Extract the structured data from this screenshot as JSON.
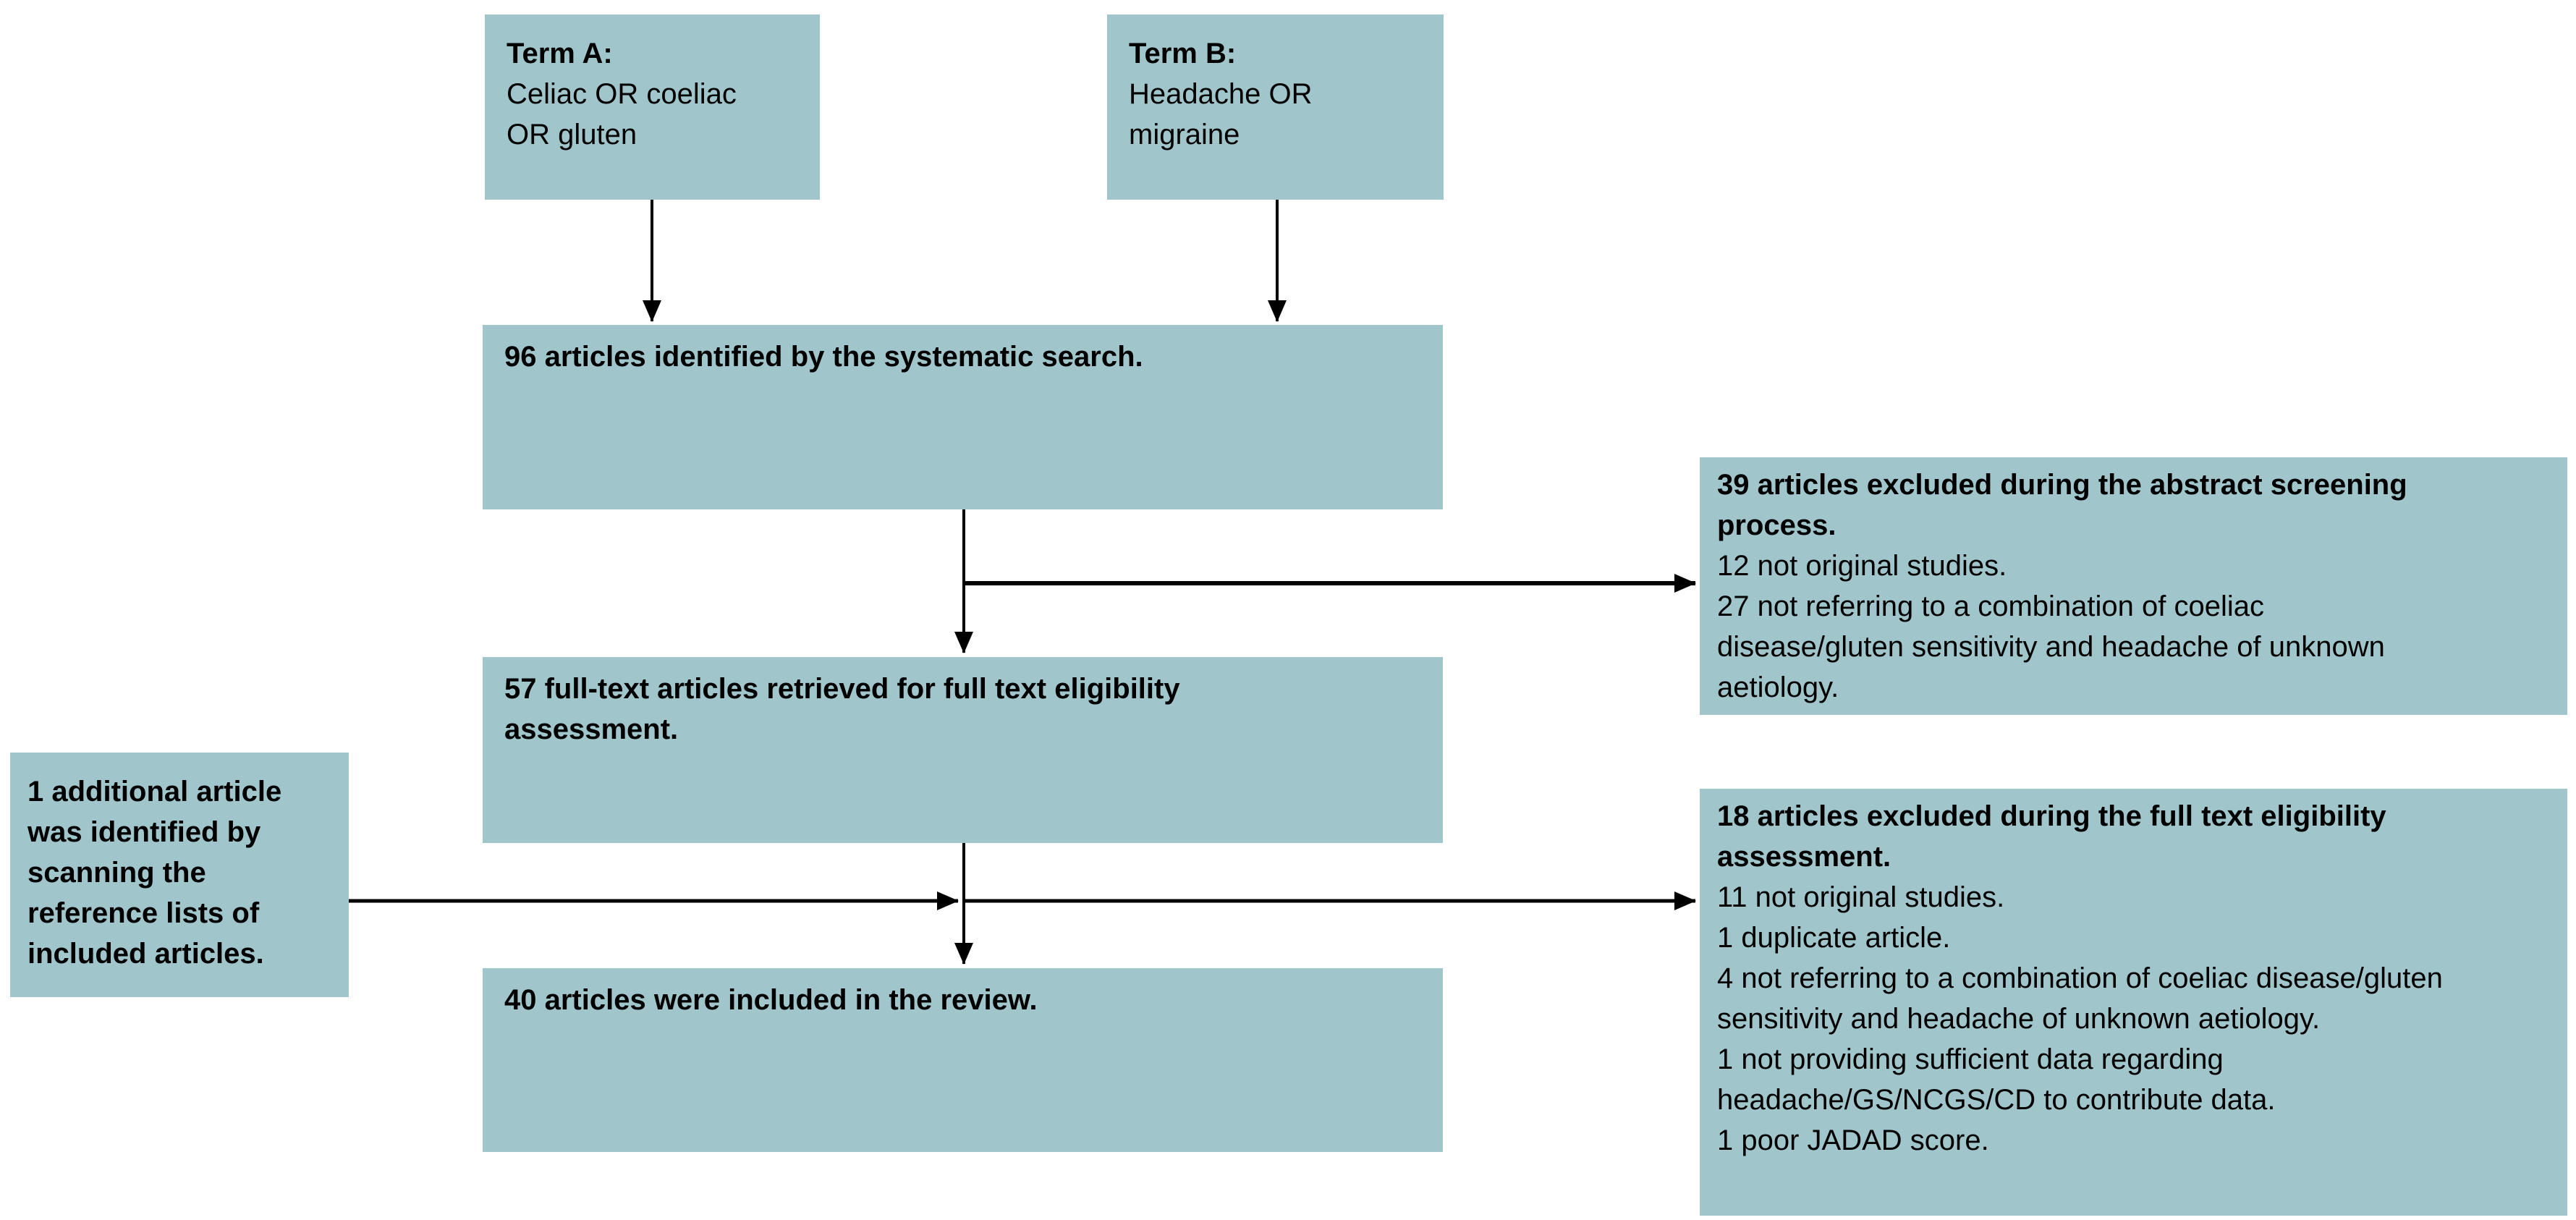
{
  "diagram": {
    "type": "systematic-review-flowchart",
    "colors": {
      "box_fill": "#a0c6cc",
      "line": "#000000",
      "background": "#ffffff",
      "text": "#000000"
    },
    "nodes": {
      "term_a": {
        "title": "Term A:",
        "body": "Celiac OR coeliac\nOR gluten"
      },
      "term_b": {
        "title": "Term B:",
        "body": "Headache OR\nmigraine"
      },
      "identified": {
        "title": "96 articles identified by the systematic search."
      },
      "abstract_excluded": {
        "title": "39 articles excluded during the abstract screening\nprocess.",
        "items": [
          "12 not original studies.",
          "27 not referring to a combination of coeliac\ndisease/gluten sensitivity and headache of unknown\naetiology."
        ]
      },
      "full_text_assessed": {
        "title": "57 full-text articles retrieved for full text eligibility\nassessment."
      },
      "additional_article": {
        "title": "1 additional article\nwas identified by\nscanning the\nreference lists of\nincluded articles."
      },
      "full_text_excluded": {
        "title": "18 articles excluded during the full text eligibility\nassessment.",
        "items": [
          "11 not original studies.",
          "1 duplicate article.",
          "4 not referring to a combination of coeliac disease/gluten\nsensitivity and headache of unknown aetiology.",
          "1 not providing sufficient data regarding\nheadache/GS/NCGS/CD to contribute data.",
          "1 poor JADAD score."
        ]
      },
      "included": {
        "title": "40 articles were included in the review."
      }
    }
  }
}
